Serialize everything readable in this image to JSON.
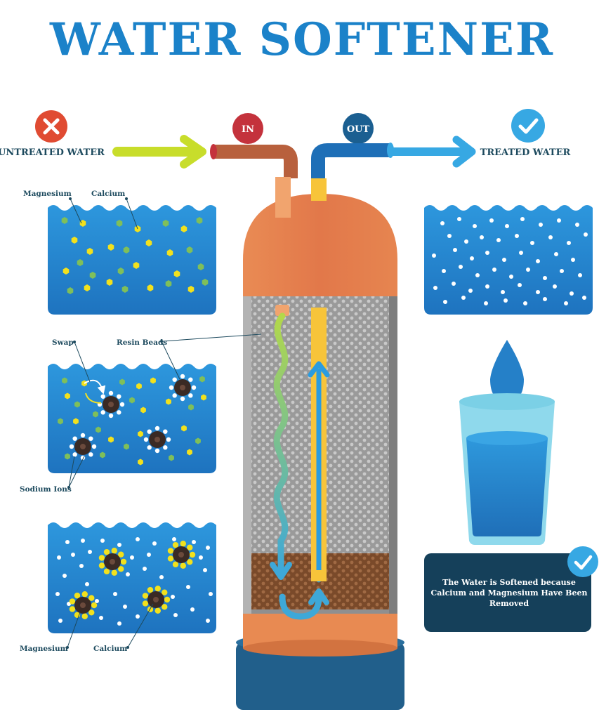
{
  "title": "WATER SOFTENER",
  "labels": {
    "untreated": "UNTREATED WATER",
    "treated": "TREATED WATER",
    "in": "IN",
    "out": "OUT",
    "magnesium_top": "Magnesium",
    "calcium_top": "Calcium",
    "swap": "Swap",
    "resin_beads": "Resin Beads",
    "sodium_ions": "Sodium Ions",
    "magnesium_bottom": "Magnesium",
    "calcium_bottom": "Calcium"
  },
  "info_box": {
    "text": "The Water is Softened because Calcium and Magnesium Have Been Removed"
  },
  "icons": {
    "untreated": "x-mark-icon",
    "treated": "check-mark-icon",
    "info": "check-mark-icon"
  },
  "colors": {
    "title": "#1b82c9",
    "water": "#2a8fd4",
    "tank_orange": "#e7834d",
    "in_red": "#c4323c",
    "out_blue": "#1b5f91",
    "check_blue": "#37a8e3",
    "arrow_lime": "#c8dd2b",
    "info_box": "#15405a"
  }
}
